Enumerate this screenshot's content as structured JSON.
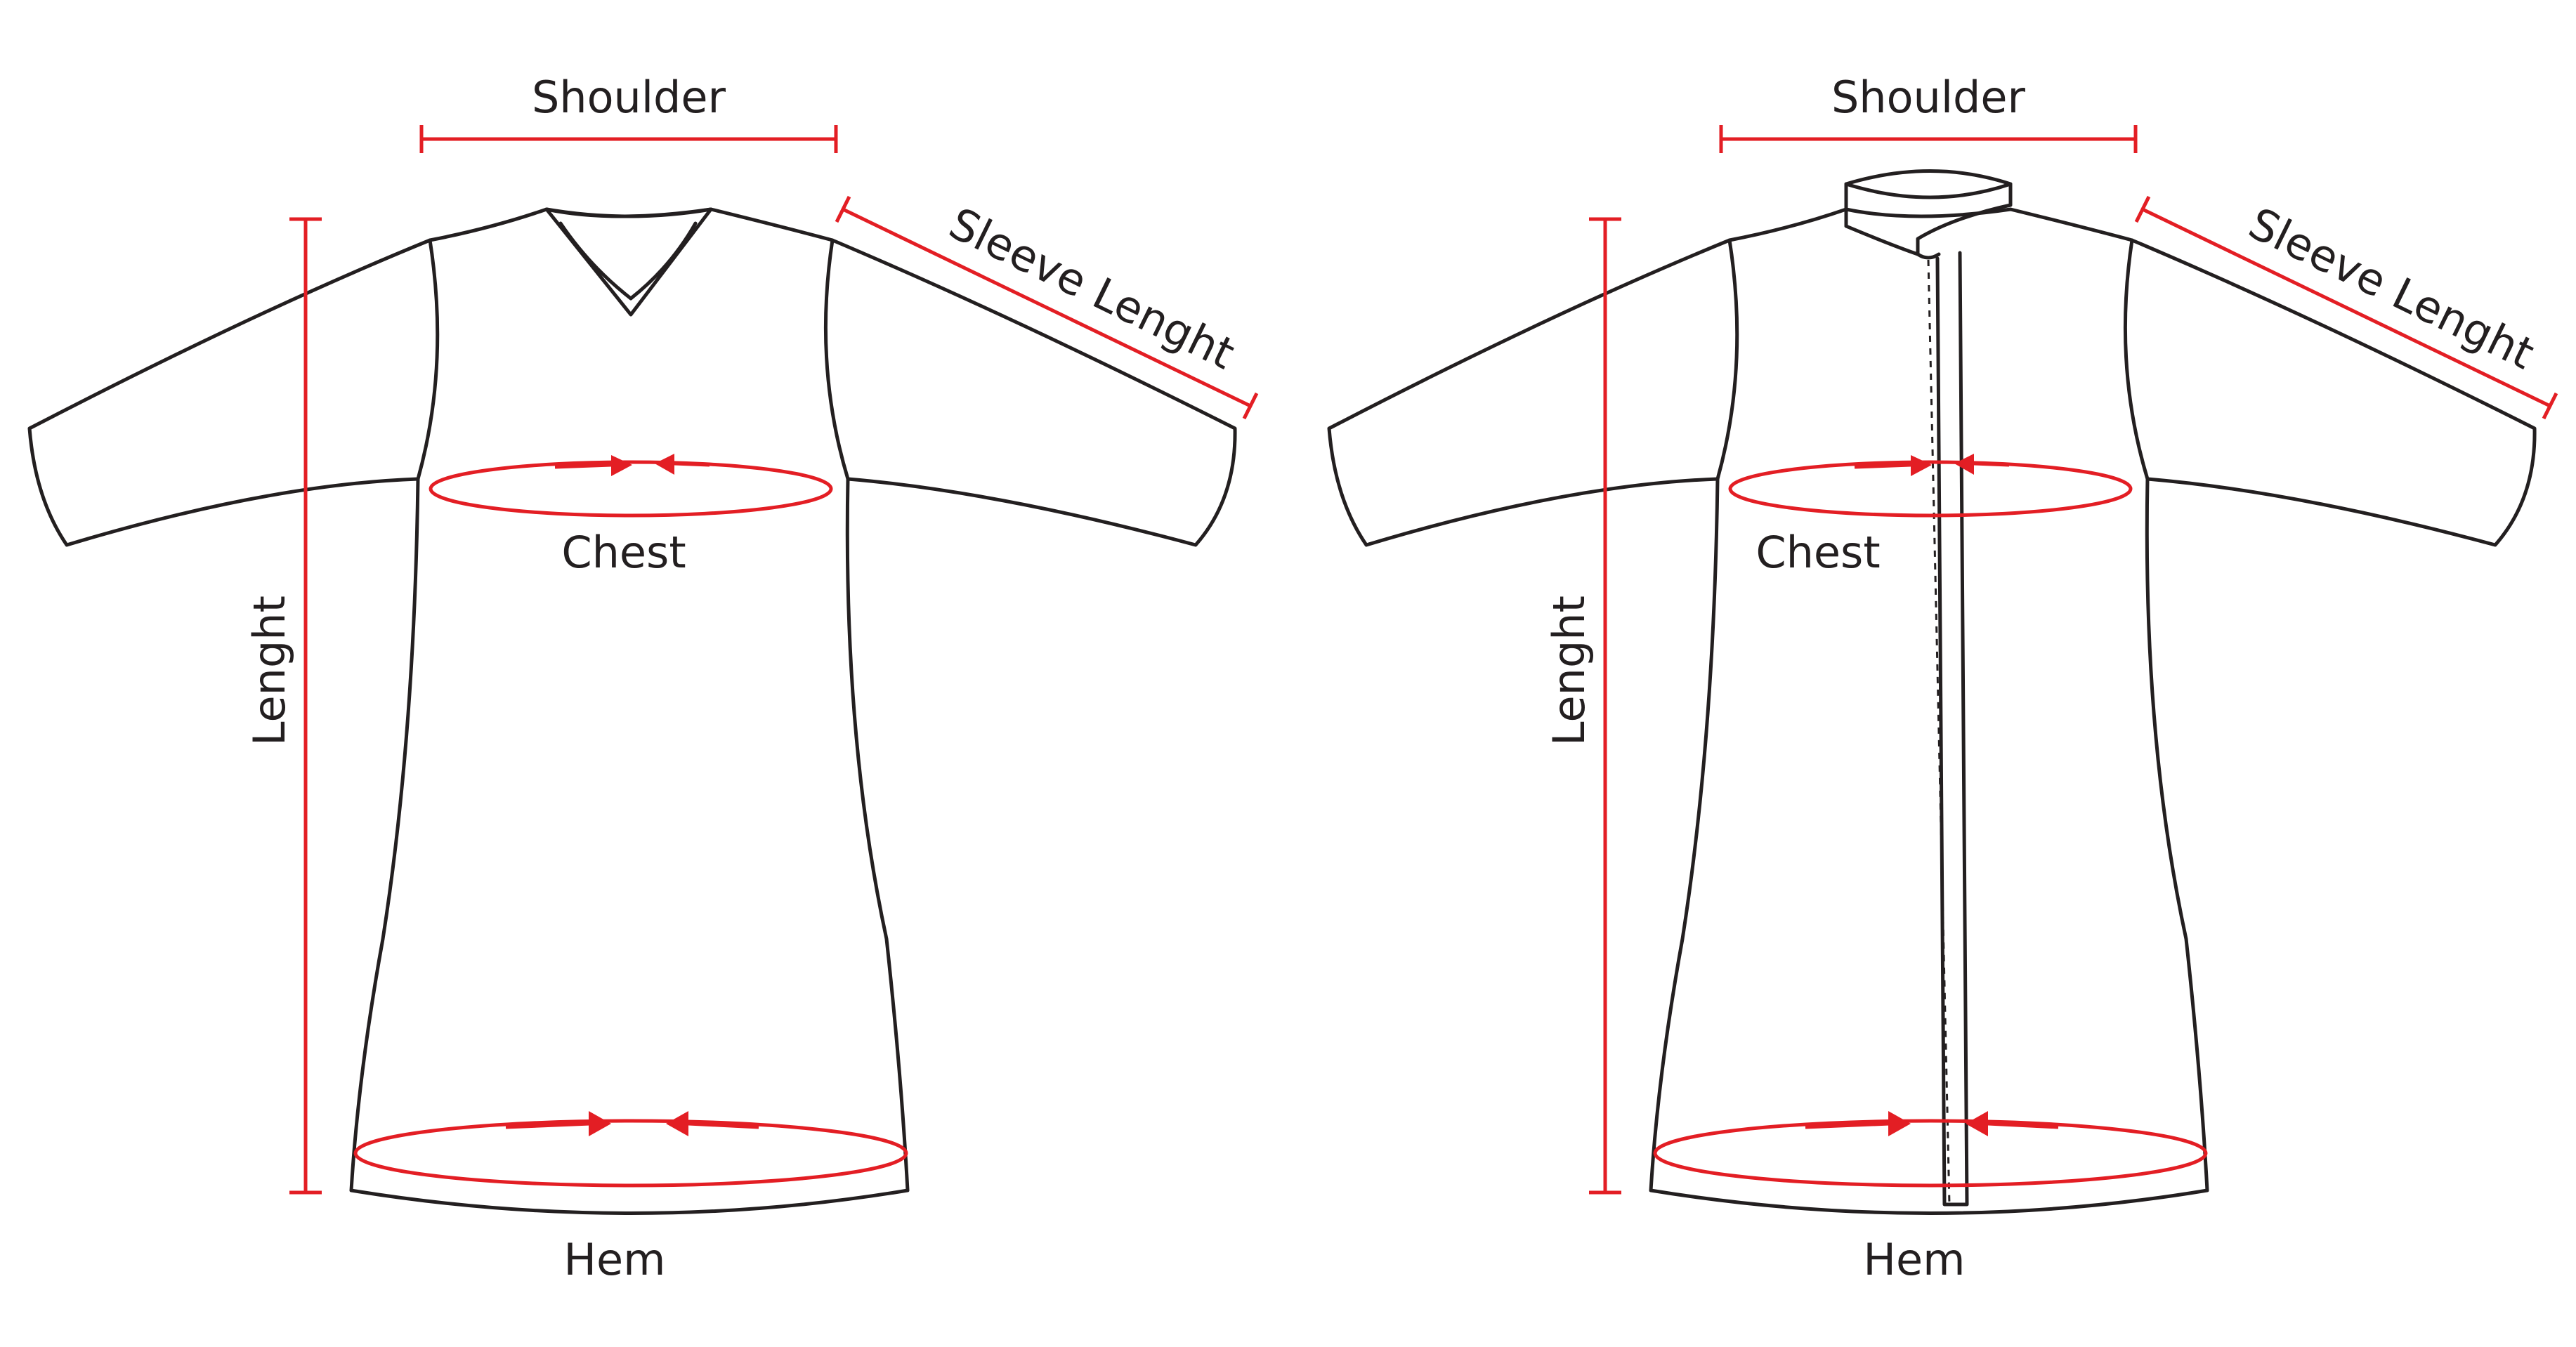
{
  "colors": {
    "outline": "#231f20",
    "measure": "#e31e24",
    "background": "#ffffff"
  },
  "garments": [
    {
      "style": "v-neck",
      "labels": {
        "shoulder": "Shoulder",
        "sleeve": "Sleeve Lenght",
        "chest": "Chest",
        "length": "Lenght",
        "hem": "Hem"
      }
    },
    {
      "style": "mandarin-collar-front-placket",
      "labels": {
        "shoulder": "Shoulder",
        "sleeve": "Sleeve Lenght",
        "chest": "Chest",
        "length": "Lenght",
        "hem": "Hem"
      }
    }
  ]
}
